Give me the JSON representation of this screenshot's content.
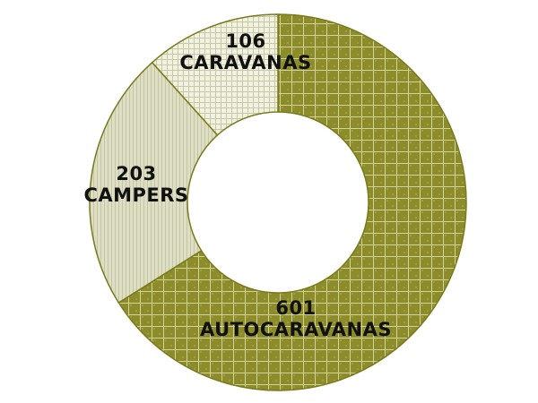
{
  "chart_data": {
    "type": "pie",
    "variant": "donut",
    "title": "",
    "categories": [
      "Autocaravanas",
      "Campers",
      "Caravanas"
    ],
    "values": [
      601,
      203,
      106
    ],
    "labels": [
      {
        "value": "601",
        "name": "AUTOCARAVANAS"
      },
      {
        "value": "203",
        "name": "CAMPERS"
      },
      {
        "value": "106",
        "name": "CARAVANAS"
      }
    ],
    "colors": [
      "#8c8c2a",
      "#dcdcc2",
      "#eeeedb"
    ],
    "start_angle_deg": 0,
    "direction": "clockwise",
    "legend": "none"
  },
  "style": {
    "outline_color": "#7a7a1c",
    "grid_color_dark": "#c8c888",
    "grid_color_light": "#b4b48a"
  }
}
